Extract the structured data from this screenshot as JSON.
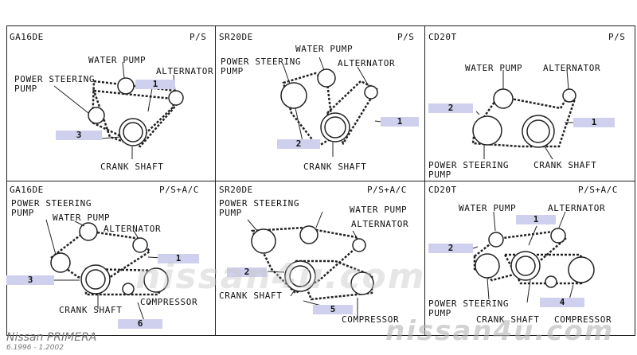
{
  "panels": [
    {
      "engine": "GA16DE",
      "config": "P/S",
      "labels": {
        "water_pump": "WATER PUMP",
        "alternator": "ALTERNATOR",
        "ps_pump": "POWER STEERING\nPUMP",
        "crank": "CRANK SHAFT"
      },
      "belts": [
        "1",
        "3"
      ]
    },
    {
      "engine": "SR20DE",
      "config": "P/S",
      "labels": {
        "water_pump": "WATER PUMP",
        "alternator": "ALTERNATOR",
        "ps_pump": "POWER STEERING\nPUMP",
        "crank": "CRANK SHAFT"
      },
      "belts": [
        "2",
        "1"
      ]
    },
    {
      "engine": "CD20T",
      "config": "P/S",
      "labels": {
        "water_pump": "WATER PUMP",
        "alternator": "ALTERNATOR",
        "ps_pump": "POWER STEERING\nPUMP",
        "crank": "CRANK SHAFT"
      },
      "belts": [
        "2",
        "1"
      ]
    },
    {
      "engine": "GA16DE",
      "config": "P/S+A/C",
      "labels": {
        "water_pump": "WATER PUMP",
        "alternator": "ALTERNATOR",
        "ps_pump": "POWER STEERING\nPUMP",
        "crank": "CRANK SHAFT",
        "compressor": "COMPRESSOR"
      },
      "belts": [
        "1",
        "3",
        "6"
      ]
    },
    {
      "engine": "SR20DE",
      "config": "P/S+A/C",
      "labels": {
        "water_pump": "WATER PUMP",
        "alternator": "ALTERNATOR",
        "ps_pump": "POWER STEERING\nPUMP",
        "crank": "CRANK SHAFT",
        "compressor": "COMPRESSOR"
      },
      "belts": [
        "2",
        "5"
      ]
    },
    {
      "engine": "CD20T",
      "config": "P/S+A/C",
      "labels": {
        "water_pump": "WATER PUMP",
        "alternator": "ALTERNATOR",
        "ps_pump": "POWER STEERING\nPUMP",
        "crank": "CRANK SHAFT",
        "compressor": "COMPRESSOR"
      },
      "belts": [
        "1",
        "2",
        "4"
      ]
    }
  ],
  "footer": {
    "model": "Nissan PRIMERA",
    "period": "6.1996 - 1.2002"
  },
  "watermark": "nissan4u.com",
  "colors": {
    "belt_tag": "#cfd0ee",
    "line": "#222222"
  }
}
